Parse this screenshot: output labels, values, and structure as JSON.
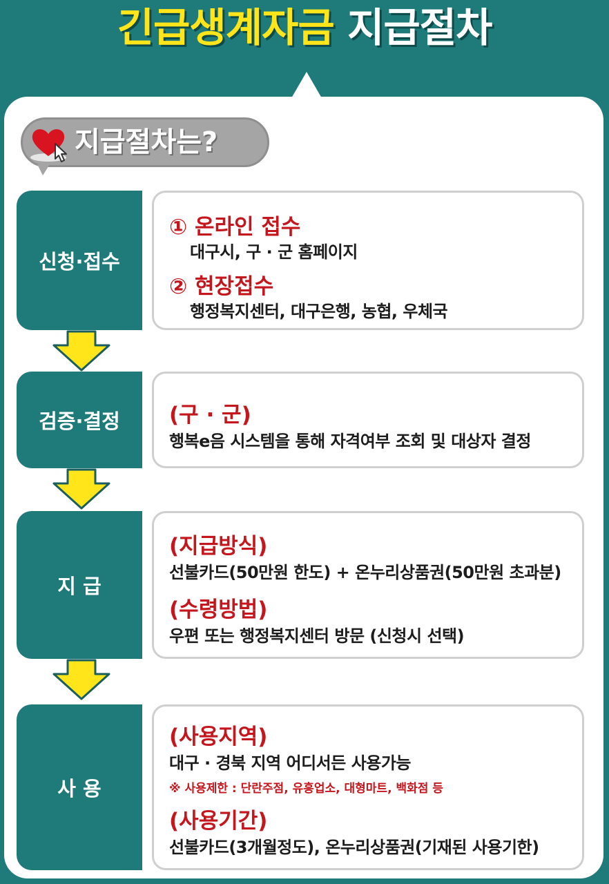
{
  "header": {
    "title_yellow": "긴급생계자금",
    "title_white": "지급절차"
  },
  "intro": {
    "label": "지급절차는?",
    "icon": "heart-cursor-icon"
  },
  "colors": {
    "teal": "#1e7b7a",
    "yellow": "#ffe51a",
    "red": "#c4161c",
    "gray_bubble": "#a5a5a5"
  },
  "steps": [
    {
      "stage": "신청·접수",
      "items": [
        {
          "heading": "① 온라인 접수",
          "text": "대구시, 구 · 군 홈페이지"
        },
        {
          "heading": "② 현장접수",
          "text": "행정복지센터, 대구은행, 농협, 우체국"
        }
      ]
    },
    {
      "stage": "검증·결정",
      "items": [
        {
          "heading": "(구 · 군)",
          "text": "행복e음 시스템을 통해 자격여부 조회 및 대상자 결정"
        }
      ]
    },
    {
      "stage": "지 급",
      "items": [
        {
          "heading": "(지급방식)",
          "text": "선불카드(50만원 한도) + 온누리상품권(50만원 초과분)"
        },
        {
          "heading": "(수령방법)",
          "text": "우편 또는 행정복지센터 방문 (신청시 선택)"
        }
      ]
    },
    {
      "stage": "사 용",
      "items": [
        {
          "heading": "(사용지역)",
          "text": "대구 · 경북 지역 어디서든 사용가능",
          "note": "※ 사용제한 : 단란주점, 유흥업소, 대형마트, 백화점 등"
        },
        {
          "heading": "(사용기간)",
          "text": "선불카드(3개월정도), 온누리상품권(기재된 사용기한)"
        }
      ]
    }
  ]
}
